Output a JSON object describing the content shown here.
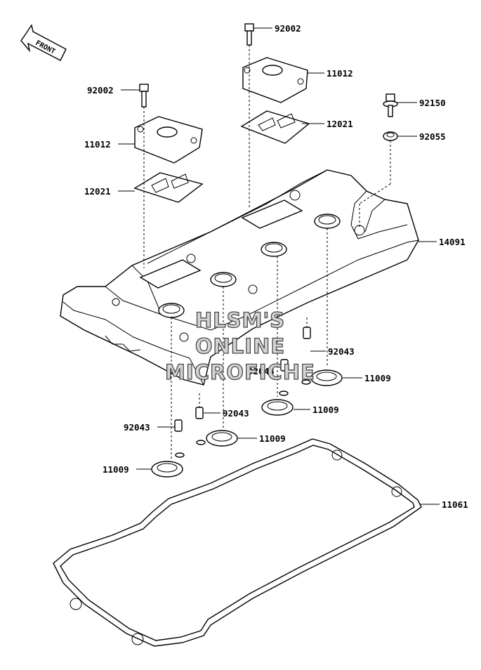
{
  "orientation_label": "FRONT",
  "watermark": [
    "HLSM'S",
    "ONLINE",
    "MICROFICHE"
  ],
  "callouts": {
    "bolt_rear": "92002",
    "bolt_front": "92002",
    "cap_rear": "11012",
    "cap_front": "11012",
    "plate_rear": "12021",
    "plate_front": "12021",
    "bolt_special": "92150",
    "washer": "92055",
    "cover": "14091",
    "collar_a": "92043",
    "collar_b": "92043",
    "collar_c": "92043",
    "collar_d": "92043",
    "gasket_a": "11009",
    "gasket_b": "11009",
    "gasket_c": "11009",
    "gasket_d": "11009",
    "gasket_main": "11061"
  }
}
